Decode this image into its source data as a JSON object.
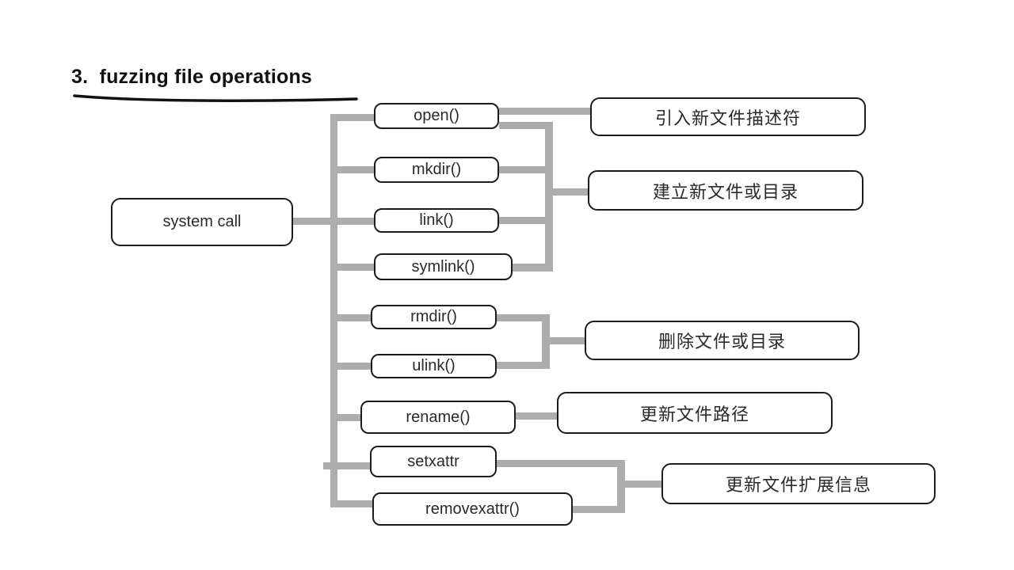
{
  "title": {
    "label": "3.  fuzzing file operations"
  },
  "root_node": {
    "label": "system call"
  },
  "syscall_nodes": {
    "open": {
      "label": "open()"
    },
    "mkdir": {
      "label": "mkdir()"
    },
    "link": {
      "label": "link()"
    },
    "symlink": {
      "label": "symlink()"
    },
    "rmdir": {
      "label": "rmdir()"
    },
    "ulink": {
      "label": "ulink()"
    },
    "rename": {
      "label": "rename()"
    },
    "setxattr": {
      "label": "setxattr"
    },
    "removexattr": {
      "label": "removexattr()"
    }
  },
  "result_nodes": {
    "new_fd": {
      "label": "引入新文件描述符"
    },
    "create": {
      "label": "建立新文件或目录"
    },
    "delete": {
      "label": "删除文件或目录"
    },
    "update_path": {
      "label": "更新文件路径"
    },
    "update_xattr": {
      "label": "更新文件扩展信息"
    }
  },
  "colors": {
    "page_background": "#ffffff",
    "connector": "#adadad",
    "box_border": "#1c1c1c",
    "text": "#2a2a2a",
    "title": "#111111"
  }
}
